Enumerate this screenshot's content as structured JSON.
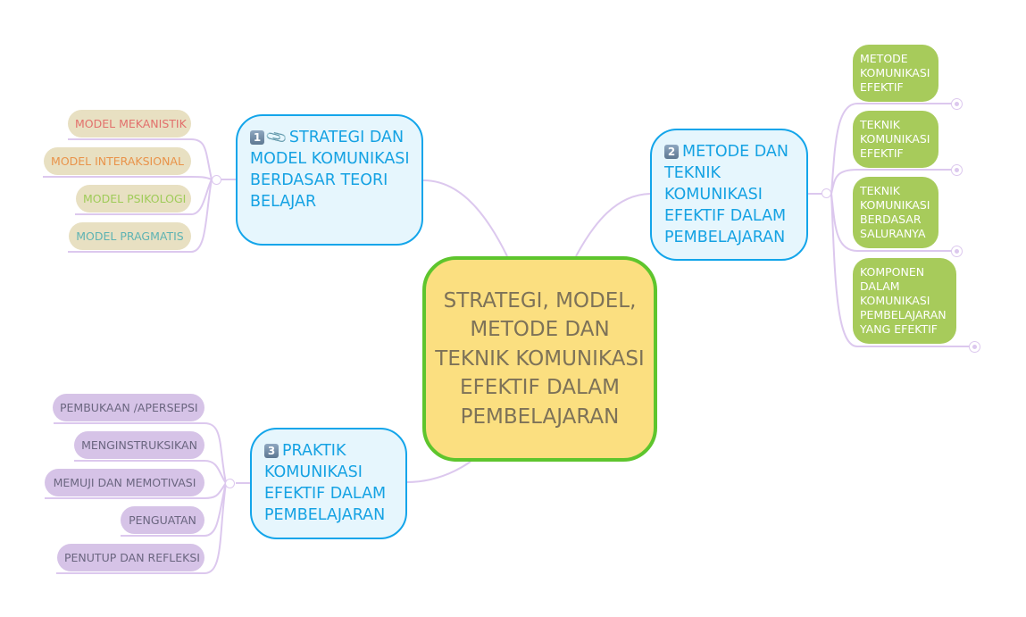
{
  "mindmap": {
    "central": {
      "text": "STRATEGI, MODEL, METODE DAN TEKNIK KOMUNIKASI EFEKTIF DALAM PEMBELAJARAN",
      "fill": "#fbdf80",
      "border": "#5ec52d"
    },
    "branches": [
      {
        "badge": "1",
        "icon": "paperclip-icon",
        "text": "STRATEGI DAN MODEL KOMUNIKASI BERDASAR TEORI BELAJAR",
        "children": [
          {
            "text": "MODEL MEKANISTIK",
            "color": "#e2706c"
          },
          {
            "text": "MODEL INTERAKSIONAL",
            "color": "#e9934a"
          },
          {
            "text": "MODEL PSIKOLOGI",
            "color": "#9fcb59"
          },
          {
            "text": "MODEL PRAGMATIS",
            "color": "#5eb3b3"
          }
        ]
      },
      {
        "badge": "2",
        "text": "METODE DAN TEKNIK KOMUNIKASI EFEKTIF DALAM PEMBELAJARAN",
        "children": [
          {
            "text": "METODE KOMUNIKASI EFEKTIF"
          },
          {
            "text": "TEKNIK KOMUNIKASI EFEKTIF"
          },
          {
            "text": "TEKNIK KOMUNIKASI BERDASAR SALURANYA"
          },
          {
            "text": "KOMPONEN DALAM KOMUNIKASI PEMBELAJARAN YANG EFEKTIF"
          }
        ]
      },
      {
        "badge": "3",
        "text": "PRAKTIK KOMUNIKASI EFEKTIF DALAM PEMBELAJARAN",
        "children": [
          {
            "text": "PEMBUKAAN /APERSEPSI"
          },
          {
            "text": "MENGINSTRUKSIKAN"
          },
          {
            "text": "MEMUJI DAN MEMOTIVASI"
          },
          {
            "text": "PENGUATAN"
          },
          {
            "text": "PENUTUP DAN REFLEKSI"
          }
        ]
      }
    ],
    "colors": {
      "branch_fill": "#e6f6fd",
      "branch_border": "#13a5ea",
      "branch_text": "#15a2e3",
      "connector": "#dcc8ee",
      "green_leaf": "#a7cb5b",
      "tan_leaf": "#e8e0c2",
      "lavender_leaf": "#d6c3e7"
    }
  }
}
